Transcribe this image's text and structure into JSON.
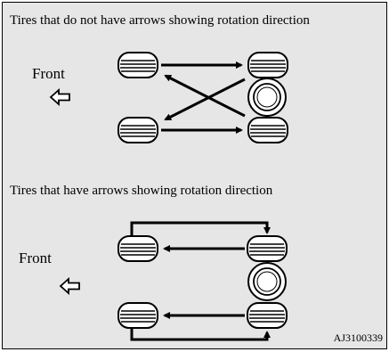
{
  "top_section": {
    "heading": "Tires that do not have arrows showing rotation direction",
    "front_label": "Front"
  },
  "bottom_section": {
    "heading": "Tires that have arrows showing rotation direction",
    "front_label": "Front"
  },
  "figure_code": "AJ3100339",
  "colors": {
    "panel": "#e6e6e6",
    "ink": "#000000",
    "tire": "#ffffff"
  }
}
